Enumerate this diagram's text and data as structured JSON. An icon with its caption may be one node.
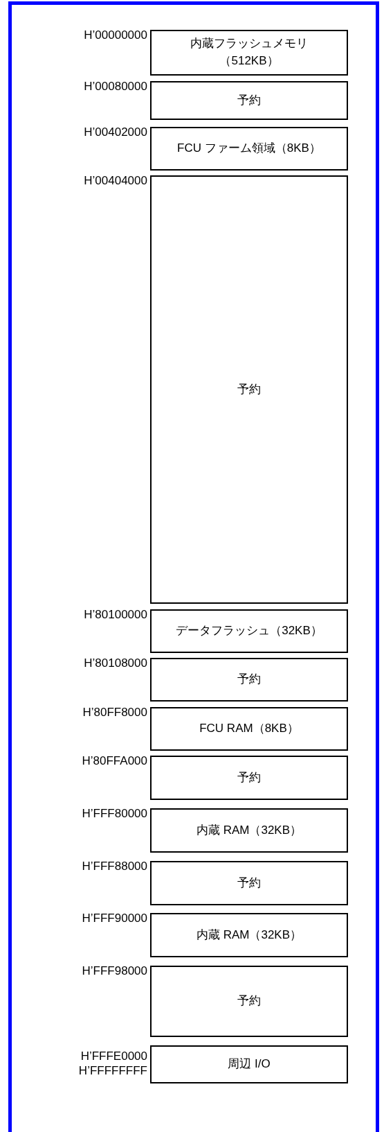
{
  "diagram": {
    "nodes": [
      {
        "text": [
          "内蔵フラッシュメモリ（512KB）"
        ],
        "beside": [
          "H’00000000"
        ]
      },
      {
        "text": [
          "予約"
        ],
        "beside": [
          "H’00080000"
        ]
      },
      {
        "text": [
          "FCU ファーム領域（8KB）"
        ],
        "beside": [
          "H’00402000"
        ]
      },
      {
        "text": [
          "予約"
        ],
        "beside": [
          "H’00404000"
        ]
      },
      {
        "text": [
          "データフラッシュ（32KB）"
        ],
        "beside": [
          "H’80100000"
        ]
      },
      {
        "text": [
          "予約"
        ],
        "beside": [
          "H’80108000"
        ]
      },
      {
        "text": [
          "FCU RAM（8KB）"
        ],
        "beside": [
          "H’80FF8000"
        ]
      },
      {
        "text": [
          "予約"
        ],
        "beside": [
          "H’80FFA000"
        ]
      },
      {
        "text": [
          "内蔵 RAM（32KB）"
        ],
        "beside": [
          "H’FFF80000"
        ]
      },
      {
        "text": [
          "予約"
        ],
        "beside": [
          "H’FFF88000"
        ]
      },
      {
        "text": [
          "内蔵 RAM（32KB）"
        ],
        "beside": [
          "H’FFF90000"
        ]
      },
      {
        "text": [
          "予約"
        ],
        "beside": [
          "H’FFF98000"
        ]
      },
      {
        "text": [
          "周辺 I/O"
        ],
        "beside": [
          "H’FFFE0000",
          "H’FFFFFFFF"
        ]
      }
    ]
  }
}
